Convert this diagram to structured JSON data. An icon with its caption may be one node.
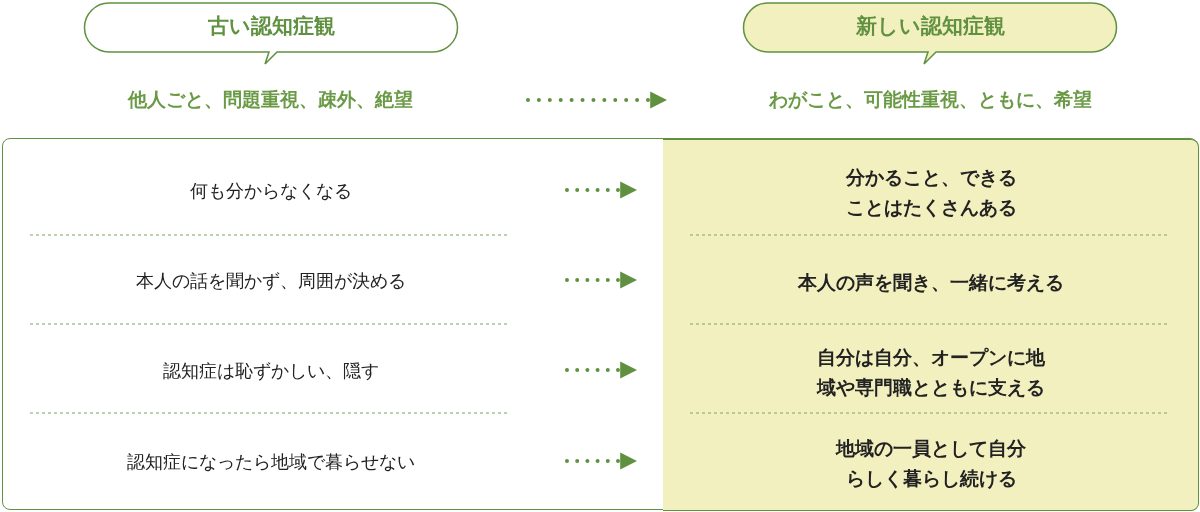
{
  "diagram": {
    "nodes": [
      {
        "text": [
          "古い認知症観"
        ]
      },
      {
        "text": [
          "新しい認知症観"
        ]
      },
      {
        "text": [
          "他人ごと、問題重視、疎外、絶望"
        ]
      },
      {
        "text": [
          "わがこと、可能性重視、ともに、希望"
        ]
      },
      {
        "text": [],
        "shape": "box"
      },
      {
        "text": [],
        "shape": "box",
        "in": 4
      },
      {
        "text": [
          "何も分からなくなる"
        ],
        "in": 4
      },
      {
        "text": [
          "本人の話を聞かず、周囲が決める"
        ],
        "in": 4
      },
      {
        "text": [
          "認知症は恥ずかしい、隠す"
        ],
        "in": 4
      },
      {
        "text": [
          "認知症になったら地域で暮らせない"
        ],
        "in": 4
      },
      {
        "text": [
          "分かること、できることはたくさんある"
        ],
        "in": 5
      },
      {
        "text": [
          "本人の声を聞き、一緒に考える"
        ],
        "in": 5
      },
      {
        "text": [
          "自分は自分、オープンに地域や専門職とともに支える"
        ],
        "in": 5
      },
      {
        "text": [
          "地域の一員として自分らしく暮らし続ける"
        ],
        "in": 5
      }
    ],
    "edges": [
      {
        "from": 2,
        "to": 3,
        "arrow": "to"
      },
      {
        "from": 6,
        "to": 10,
        "arrow": "to"
      },
      {
        "from": 7,
        "to": 11,
        "arrow": "to"
      },
      {
        "from": 8,
        "to": 12,
        "arrow": "to"
      },
      {
        "from": 9,
        "to": 13,
        "arrow": "to"
      }
    ]
  }
}
